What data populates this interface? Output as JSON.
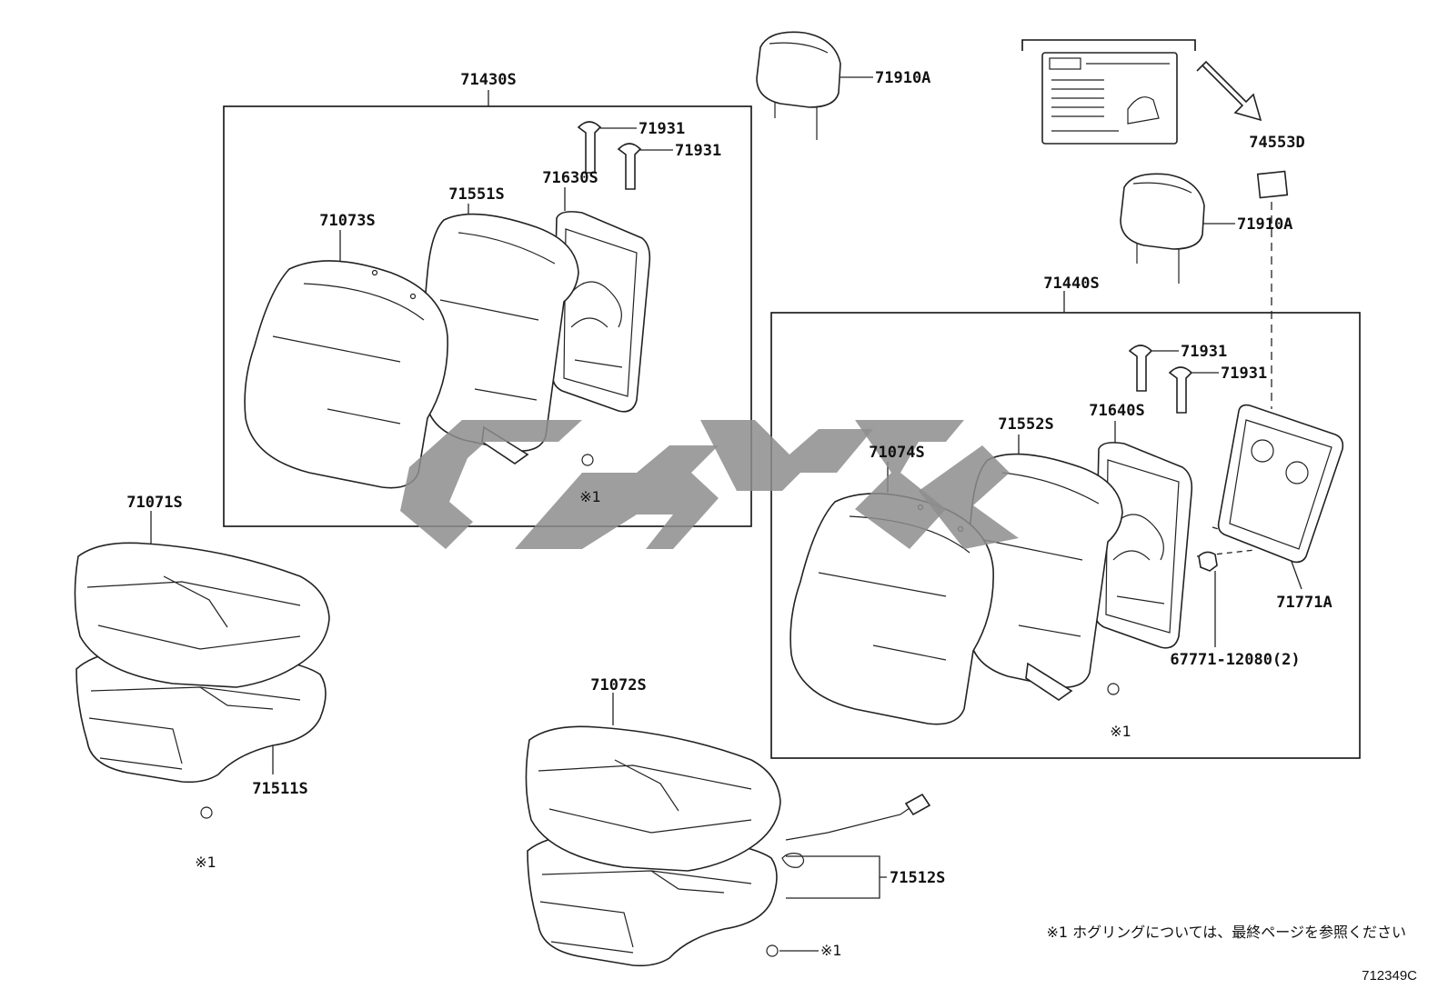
{
  "labels": {
    "top_box": "71430S",
    "headrest_front": "71910A",
    "pin_1": "71931",
    "pin_2": "71931",
    "back_pad_front": "71551S",
    "frame_front": "71630S",
    "cover_front": "71073S",
    "marker_front_back": "※1",
    "label_sticker": "74553D",
    "headrest_rear": "71910A",
    "right_box": "71440S",
    "pin_3": "71931",
    "pin_4": "71931",
    "back_pad_right": "71552S",
    "frame_right": "71640S",
    "cover_right": "71074S",
    "back_board": "71771A",
    "clip": "67771-12080(2)",
    "marker_right_back": "※1",
    "cushion_cover_left": "71071S",
    "cushion_pad_left": "71511S",
    "marker_left_cushion": "※1",
    "cushion_cover_right": "71072S",
    "cushion_pad_right": "71512S",
    "marker_right_cushion": "※1"
  },
  "footnote": "※1 ホグリングについては、最終ページを参照ください",
  "figure_code": "712349C"
}
